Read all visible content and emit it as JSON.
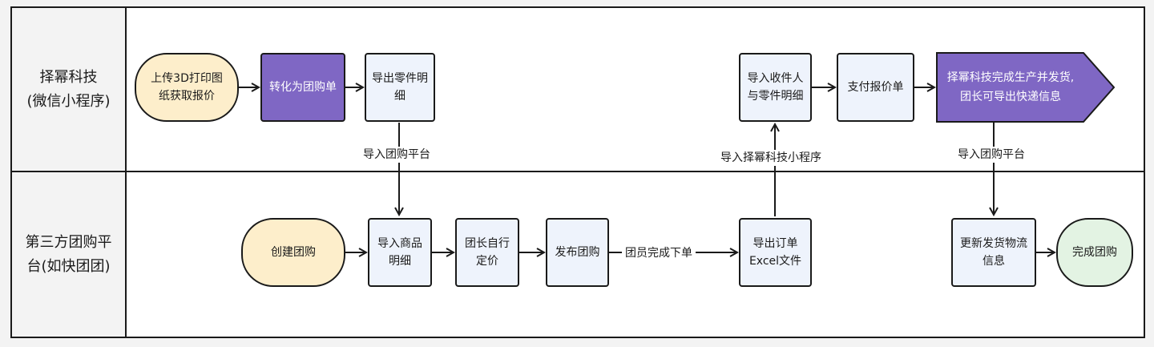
{
  "lanes": [
    {
      "label": "择幂科技\n(微信小程序)"
    },
    {
      "label": "第三方团购平\n台(如快团团)"
    }
  ],
  "nodes": {
    "upload": "上传3D打印图\n纸获取报价",
    "convert": "转化为团购单",
    "export_parts": "导出零件明\n细",
    "import_recipient": "导入收件人\n与零件明细",
    "pay_quote": "支付报价单",
    "ship": "择幂科技完成生产并发货,\n团长可导出快递信息",
    "create_group": "创建团购",
    "import_goods": "导入商品\n明细",
    "self_pricing": "团长自行\n定价",
    "publish_group": "发布团购",
    "export_order": "导出订单\nExcel文件",
    "update_logistics": "更新发货物流\n信息",
    "complete_group": "完成团购"
  },
  "edge_labels": {
    "import_platform_1": "导入团购平台",
    "import_miniprogram": "导入择幂科技小程序",
    "import_platform_2": "导入团购平台",
    "member_order": "团员完成下单"
  },
  "colors": {
    "purple": "#7f67c4",
    "light_blue": "#eef3fc",
    "beige": "#fdeecb",
    "green": "#e3f3e3",
    "stroke": "#1a1a1a"
  }
}
